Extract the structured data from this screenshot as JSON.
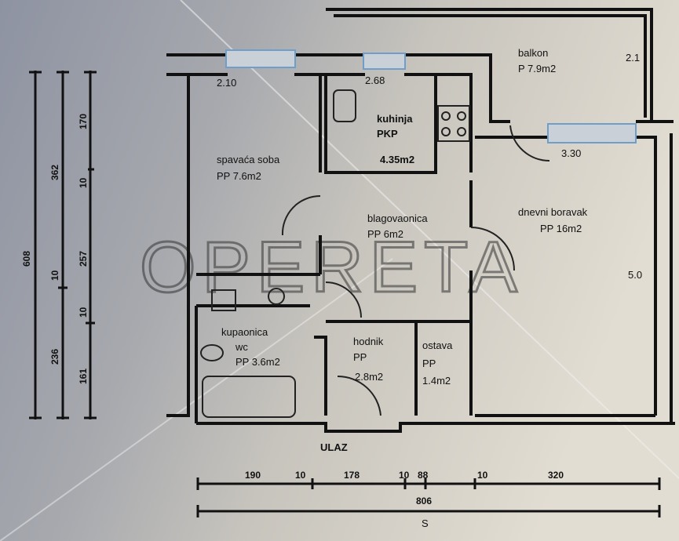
{
  "rooms": {
    "balkon": {
      "name": "balkon",
      "area": "P 7.9m2"
    },
    "kuhinja": {
      "name": "kuhinja",
      "type": "PKP",
      "area": "4.35m2"
    },
    "spavaca": {
      "name": "spavaća soba",
      "area": "PP  7.6m2"
    },
    "blagovaonica": {
      "name": "blagovaonica",
      "area": "PP 6m2"
    },
    "dnevni": {
      "name": "dnevni boravak",
      "area": "PP 16m2"
    },
    "kupaonica": {
      "name": "kupaonica",
      "sub": "wc",
      "area": "PP 3.6m2"
    },
    "hodnik": {
      "name": "hodnik",
      "type": "PP",
      "area": "2.8m2"
    },
    "ostava": {
      "name": "ostava",
      "type": "PP",
      "area": "1.4m2"
    }
  },
  "windows": [
    "2.10",
    "2.68",
    "3.30"
  ],
  "side_labels": {
    "balkon_width": "2.1",
    "boravak_depth": "5.0"
  },
  "entrance": "ULAZ",
  "north": "S",
  "watermark": "OPERETA",
  "dims_vertical": {
    "outer": [
      "608"
    ],
    "middle": [
      "362",
      "10",
      "236"
    ],
    "inner": [
      "170",
      "10",
      "257",
      "10",
      "161"
    ]
  },
  "dims_horizontal": {
    "segments": [
      "190",
      "10",
      "178",
      "10",
      "88",
      "10",
      "320"
    ],
    "total": "806"
  }
}
